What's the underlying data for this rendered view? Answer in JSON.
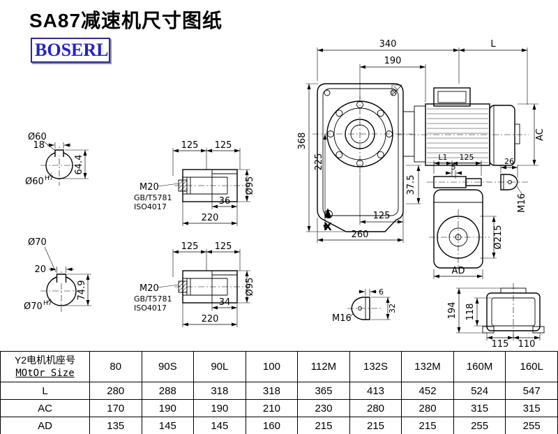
{
  "header": {
    "title": "SA87减速机尺寸图纸",
    "logo": "BOSERL"
  },
  "main_view": {
    "d340": "340",
    "L": "L",
    "d190": "190",
    "d368": "368",
    "d225": "225",
    "AC": "AC",
    "d37_5": "37.5",
    "d125": "125",
    "d260": "260",
    "X": "X"
  },
  "shaft60": {
    "dia": "Ø60",
    "key_width": "18",
    "height": "64.4",
    "bore": "Ø60",
    "bore_tol": "H7"
  },
  "shaft70": {
    "dia": "Ø70",
    "key_width": "20",
    "height": "74.9",
    "bore": "Ø70",
    "bore_tol": "H7"
  },
  "hollow_shaft_top": {
    "d125a": "125",
    "d125b": "125",
    "bolt": "M20",
    "std1": "GB/T5781",
    "std2": "ISO4017",
    "key_len": "36",
    "length": "220",
    "dia": "Ø95"
  },
  "hollow_shaft_bottom": {
    "d125a": "125",
    "d125b": "125",
    "bolt": "M20",
    "std1": "GB/T5781",
    "std2": "ISO4017",
    "key_len": "34",
    "length": "220",
    "dia": "Ø95"
  },
  "side_view": {
    "L1": "L1",
    "d125": "125",
    "d5": "5",
    "d26": "26",
    "m16": "M16",
    "dia215": "Ø215",
    "AD": "AD"
  },
  "shaft_end": {
    "m16": "M16",
    "d6": "6",
    "d32": "32"
  },
  "rear_view": {
    "d194": "194",
    "d118": "118",
    "d115": "115",
    "d110": "110"
  },
  "table": {
    "header_line1": "Y2电机机座号",
    "header_line2": "MOtOr Size",
    "columns": [
      "80",
      "90S",
      "90L",
      "100",
      "112M",
      "132S",
      "132M",
      "160M",
      "160L"
    ],
    "rows": [
      {
        "label": "L",
        "values": [
          "280",
          "288",
          "318",
          "318",
          "365",
          "413",
          "452",
          "524",
          "547"
        ]
      },
      {
        "label": "AC",
        "values": [
          "170",
          "190",
          "190",
          "210",
          "230",
          "280",
          "280",
          "315",
          "315"
        ]
      },
      {
        "label": "AD",
        "values": [
          "135",
          "145",
          "145",
          "160",
          "215",
          "215",
          "215",
          "255",
          "255"
        ]
      }
    ]
  }
}
